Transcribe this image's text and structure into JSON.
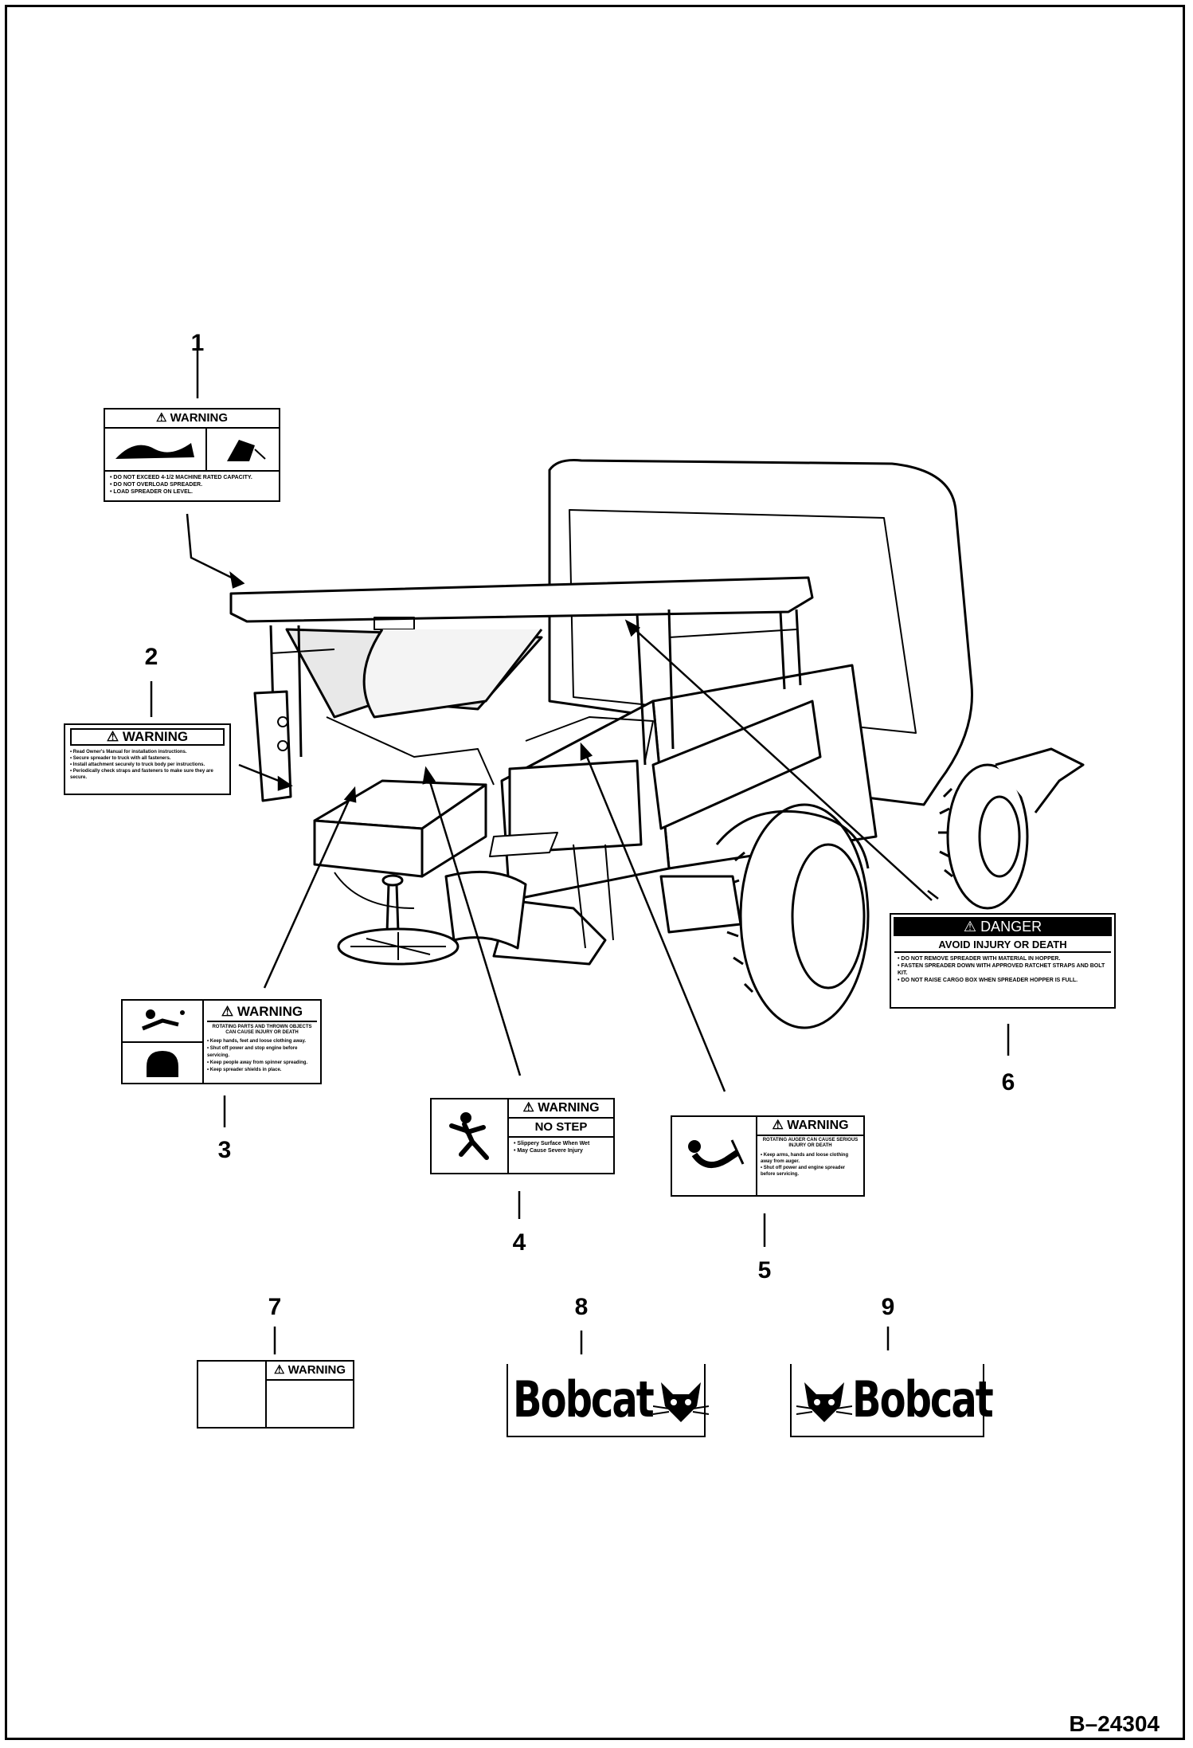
{
  "callouts": [
    "1",
    "2",
    "3",
    "4",
    "5",
    "6",
    "7",
    "8",
    "9"
  ],
  "decal1": {
    "header": "WARNING",
    "lines": [
      "• DO NOT EXCEED 4-1/2 MACHINE RATED CAPACITY.",
      "• DO NOT OVERLOAD SPREADER.",
      "• LOAD SPREADER ON LEVEL."
    ]
  },
  "decal2": {
    "header": "WARNING",
    "lines": [
      "• Read Owner's Manual for installation instructions.",
      "• Secure spreader to truck with all fasteners.",
      "• Install attachment securely to truck body per instructions.",
      "• Periodically check straps and fasteners to make sure they are secure."
    ]
  },
  "decal3": {
    "header": "WARNING",
    "subhead": "ROTATING PARTS AND THROWN OBJECTS CAN CAUSE INJURY OR DEATH",
    "lines": [
      "• Keep hands, feet and loose clothing away.",
      "• Shut off power and stop engine before servicing.",
      "• Keep people away from spinner spreading.",
      "• Keep spreader shields in place."
    ]
  },
  "decal4": {
    "header": "WARNING",
    "subhead": "NO STEP",
    "lines": [
      "• Slippery Surface When Wet",
      "• May Cause Severe Injury"
    ]
  },
  "decal5": {
    "header": "WARNING",
    "subhead": "ROTATING AUGER CAN CAUSE SERIOUS INJURY OR DEATH",
    "lines": [
      "• Keep arms, hands and loose clothing away from auger.",
      "• Shut off power and engine spreader before servicing."
    ]
  },
  "decal6": {
    "header": "DANGER",
    "subhead": "AVOID INJURY OR DEATH",
    "lines": [
      "• DO NOT REMOVE SPREADER WITH MATERIAL IN HOPPER.",
      "• FASTEN SPREADER DOWN WITH APPROVED RATCHET STRAPS AND BOLT KIT.",
      "• DO NOT RAISE CARGO BOX WHEN SPREADER HOPPER IS FULL."
    ]
  },
  "decal7": {
    "header": "WARNING"
  },
  "decal8": {
    "brand": "Bobcat"
  },
  "decal9": {
    "brand": "Bobcat"
  },
  "figure_id": "B–24304"
}
